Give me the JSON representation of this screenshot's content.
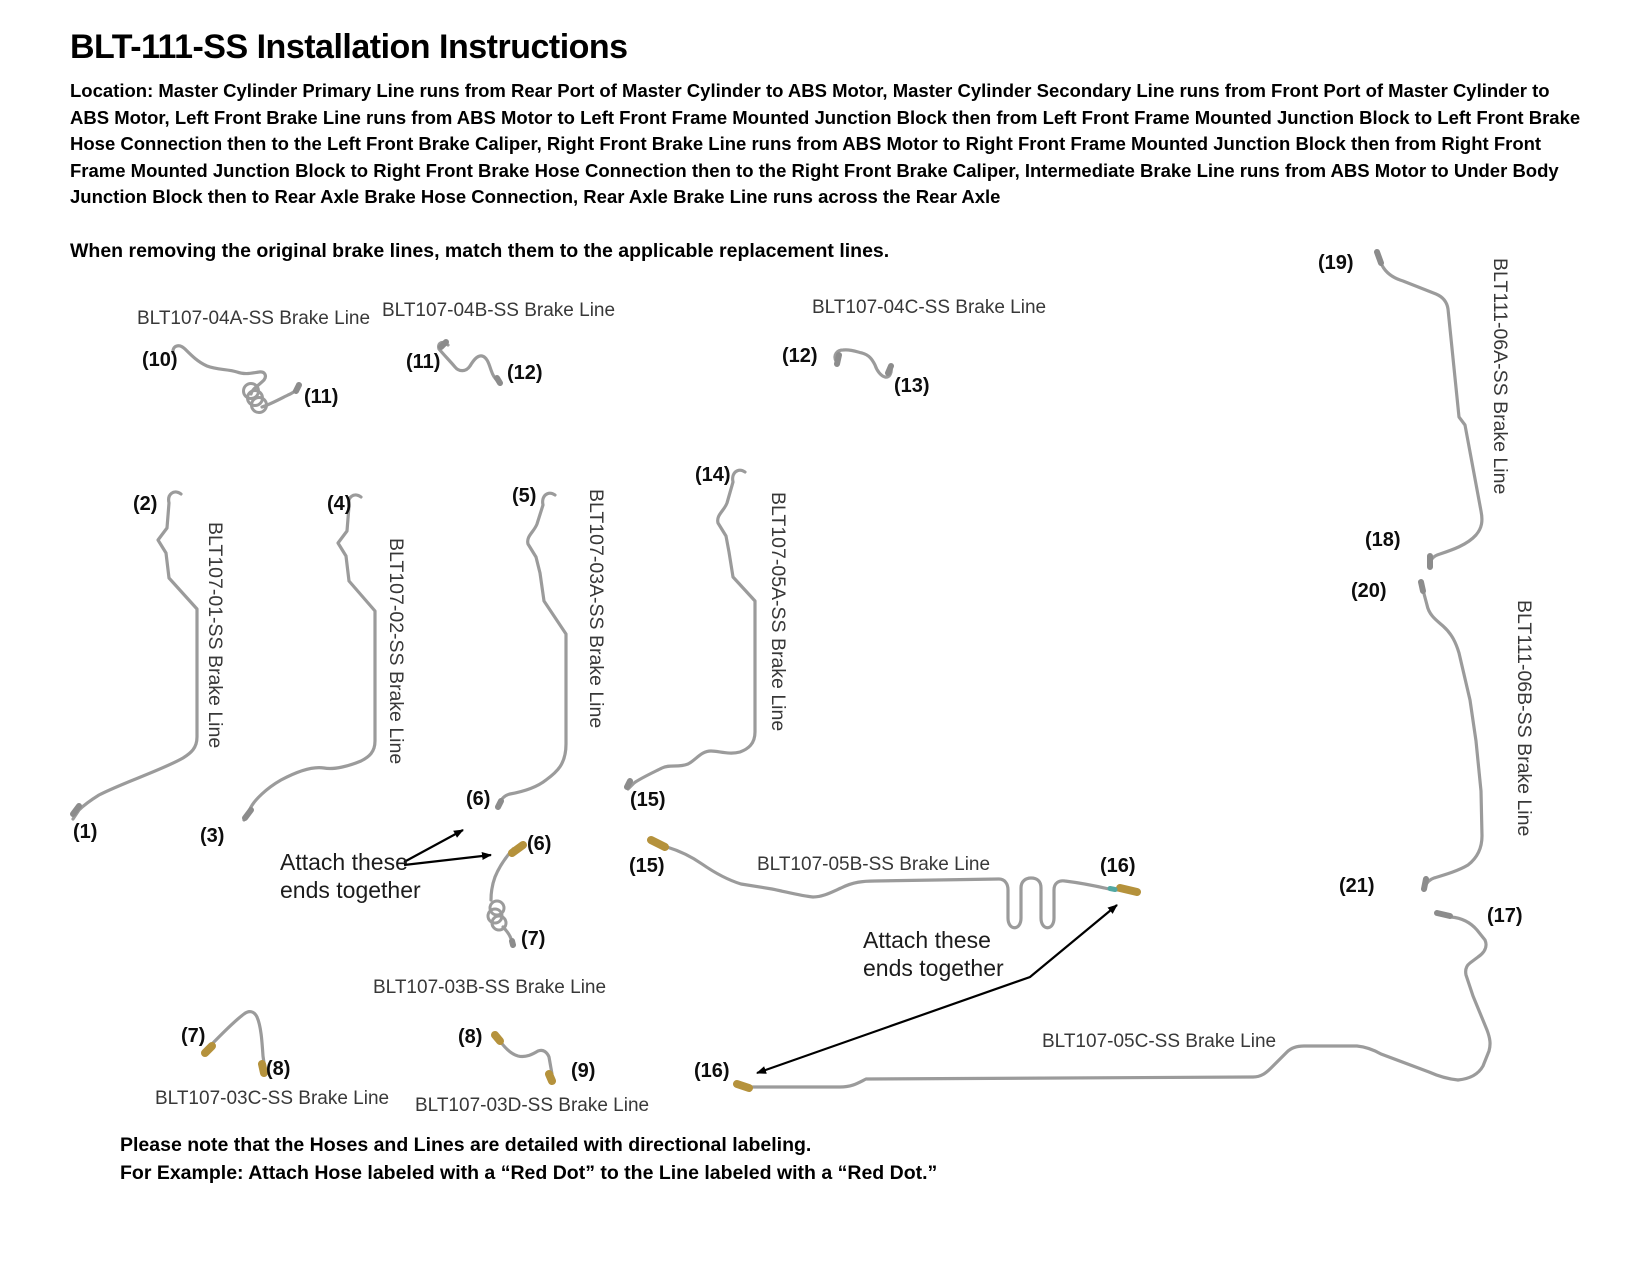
{
  "doc": {
    "title": "BLT-111-SS Installation Instructions",
    "location": "Location: Master Cylinder Primary Line runs from Rear Port of Master Cylinder to ABS Motor, Master Cylinder Secondary Line runs from Front Port of Master Cylinder to ABS Motor, Left Front Brake Line runs from ABS Motor to Left Front Frame Mounted Junction Block then from Left Front Frame Mounted Junction Block to Left Front Brake Hose Connection then to the Left Front Brake Caliper, Right Front Brake Line runs from ABS Motor to Right Front Frame Mounted Junction Block then from Right Front Frame Mounted Junction Block to Right Front Brake Hose Connection then to the Right Front Brake Caliper, Intermediate Brake Line runs from ABS Motor to Under Body Junction Block then to Rear Axle Brake Hose Connection, Rear Axle Brake Line runs across the Rear Axle",
    "match_note": "When removing the original brake lines, match them to the applicable replacement lines.",
    "footer1": "Please note that the Hoses and Lines are detailed with directional labeling.",
    "footer2": "For Example: Attach Hose labeled with a “Red Dot” to the Line labeled with a “Red Dot.”"
  },
  "attach_note": {
    "line1": "Attach these",
    "line2": "ends together"
  },
  "parts": {
    "blt107_04a": "BLT107-04A-SS Brake Line",
    "blt107_04b": "BLT107-04B-SS Brake Line",
    "blt107_04c": "BLT107-04C-SS Brake Line",
    "blt107_01": "BLT107-01-SS Brake Line",
    "blt107_02": "BLT107-02-SS Brake Line",
    "blt107_03a": "BLT107-03A-SS Brake Line",
    "blt107_05a": "BLT107-05A-SS Brake Line",
    "blt107_05b": "BLT107-05B-SS Brake Line",
    "blt107_03b": "BLT107-03B-SS Brake Line",
    "blt107_03c": "BLT107-03C-SS Brake Line",
    "blt107_03d": "BLT107-03D-SS Brake Line",
    "blt107_05c": "BLT107-05C-SS Brake Line",
    "blt111_06a": "BLT111-06A-SS Brake Line",
    "blt111_06b": "BLT111-06B-SS Brake Line"
  },
  "callouts": {
    "c1": "(1)",
    "c2": "(2)",
    "c3": "(3)",
    "c4": "(4)",
    "c5": "(5)",
    "c6a": "(6)",
    "c6b": "(6)",
    "c7a": "(7)",
    "c7b": "(7)",
    "c8a": "(8)",
    "c8b": "(8)",
    "c9": "(9)",
    "c10": "(10)",
    "c11a": "(11)",
    "c11b": "(11)",
    "c12a": "(12)",
    "c12b": "(12)",
    "c13": "(13)",
    "c14": "(14)",
    "c15a": "(15)",
    "c15b": "(15)",
    "c16a": "(16)",
    "c16b": "(16)",
    "c17": "(17)",
    "c18": "(18)",
    "c19": "(19)",
    "c20": "(20)",
    "c21": "(21)"
  },
  "colors": {
    "line": "#9b9b9b",
    "fitting": "#8c8c8c",
    "brass": "#b5923c",
    "teal": "#52a8a2"
  }
}
